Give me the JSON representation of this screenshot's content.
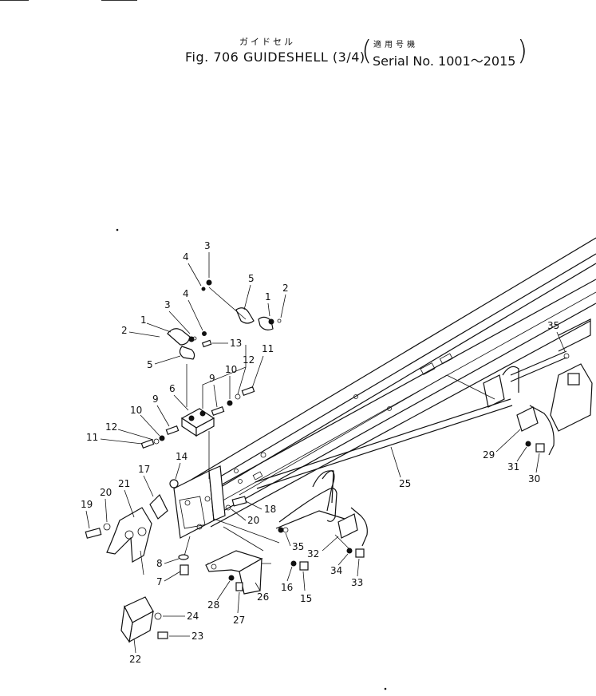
{
  "header": {
    "title_jp": "ガイドセル",
    "title": "Fig. 706 GUIDESHELL (3/4)",
    "serial_jp": "適用号機",
    "serial": "Serial No. 1001～2015"
  },
  "callouts": [
    {
      "id": "c3a",
      "label": "3"
    },
    {
      "id": "c4a",
      "label": "4"
    },
    {
      "id": "c5a",
      "label": "5"
    },
    {
      "id": "c2a",
      "label": "2"
    },
    {
      "id": "c1a",
      "label": "1"
    },
    {
      "id": "c1b",
      "label": "1"
    },
    {
      "id": "c2b",
      "label": "2"
    },
    {
      "id": "c3b",
      "label": "3"
    },
    {
      "id": "c4b",
      "label": "4"
    },
    {
      "id": "c13",
      "label": "13"
    },
    {
      "id": "c5b",
      "label": "5"
    },
    {
      "id": "c11a",
      "label": "11"
    },
    {
      "id": "c12a",
      "label": "12"
    },
    {
      "id": "c10a",
      "label": "10"
    },
    {
      "id": "c9a",
      "label": "9"
    },
    {
      "id": "c6",
      "label": "6"
    },
    {
      "id": "c9b",
      "label": "9"
    },
    {
      "id": "c10b",
      "label": "10"
    },
    {
      "id": "c12b",
      "label": "12"
    },
    {
      "id": "c11b",
      "label": "11"
    },
    {
      "id": "c14",
      "label": "14"
    },
    {
      "id": "c17",
      "label": "17"
    },
    {
      "id": "c21",
      "label": "21"
    },
    {
      "id": "c20a",
      "label": "20"
    },
    {
      "id": "c19",
      "label": "19"
    },
    {
      "id": "c18",
      "label": "18"
    },
    {
      "id": "c20b",
      "label": "20"
    },
    {
      "id": "c35a",
      "label": "35"
    },
    {
      "id": "c8",
      "label": "8"
    },
    {
      "id": "c7",
      "label": "7"
    },
    {
      "id": "c26",
      "label": "26"
    },
    {
      "id": "c28",
      "label": "28"
    },
    {
      "id": "c27",
      "label": "27"
    },
    {
      "id": "c16",
      "label": "16"
    },
    {
      "id": "c15",
      "label": "15"
    },
    {
      "id": "c32",
      "label": "32"
    },
    {
      "id": "c34",
      "label": "34"
    },
    {
      "id": "c33",
      "label": "33"
    },
    {
      "id": "c25",
      "label": "25"
    },
    {
      "id": "c29",
      "label": "29"
    },
    {
      "id": "c31",
      "label": "31"
    },
    {
      "id": "c30",
      "label": "30"
    },
    {
      "id": "c35b",
      "label": "35"
    },
    {
      "id": "c24",
      "label": "24"
    },
    {
      "id": "c23",
      "label": "23"
    },
    {
      "id": "c22",
      "label": "22"
    }
  ]
}
